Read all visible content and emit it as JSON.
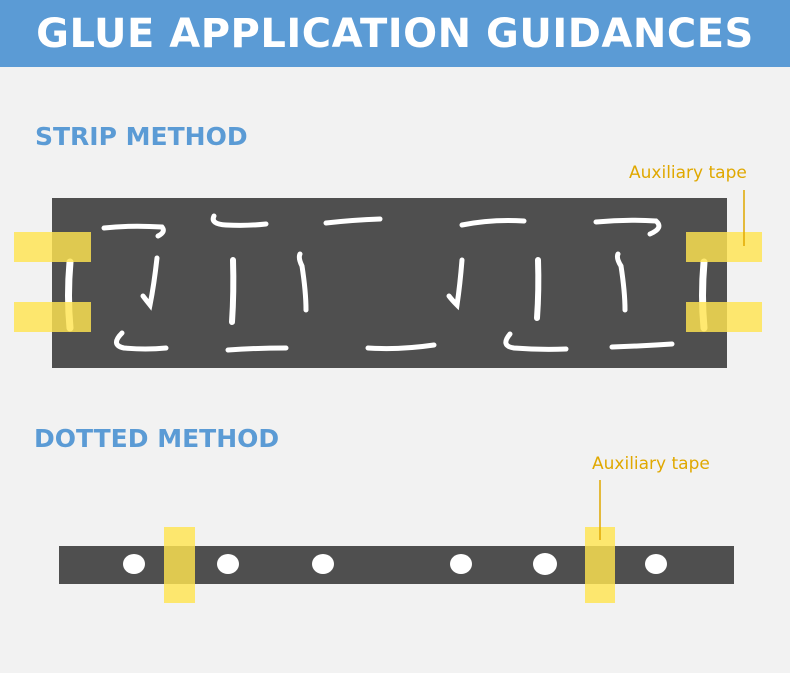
{
  "header": {
    "title": "GLUE APPLICATION GUIDANCES"
  },
  "strip_method": {
    "title": "STRIP METHOD",
    "tape_label": "Auxiliary tape"
  },
  "dotted_method": {
    "title": "DOTTED METHOD",
    "tape_label": "Auxiliary tape"
  },
  "colors": {
    "banner": "#5b9bd5",
    "heading": "#5b9bd5",
    "board": "#4f4f4f",
    "glue": "#ffffff",
    "tape": "#ffe450",
    "tape_label": "#e0a800",
    "background": "#f2f2f2"
  }
}
